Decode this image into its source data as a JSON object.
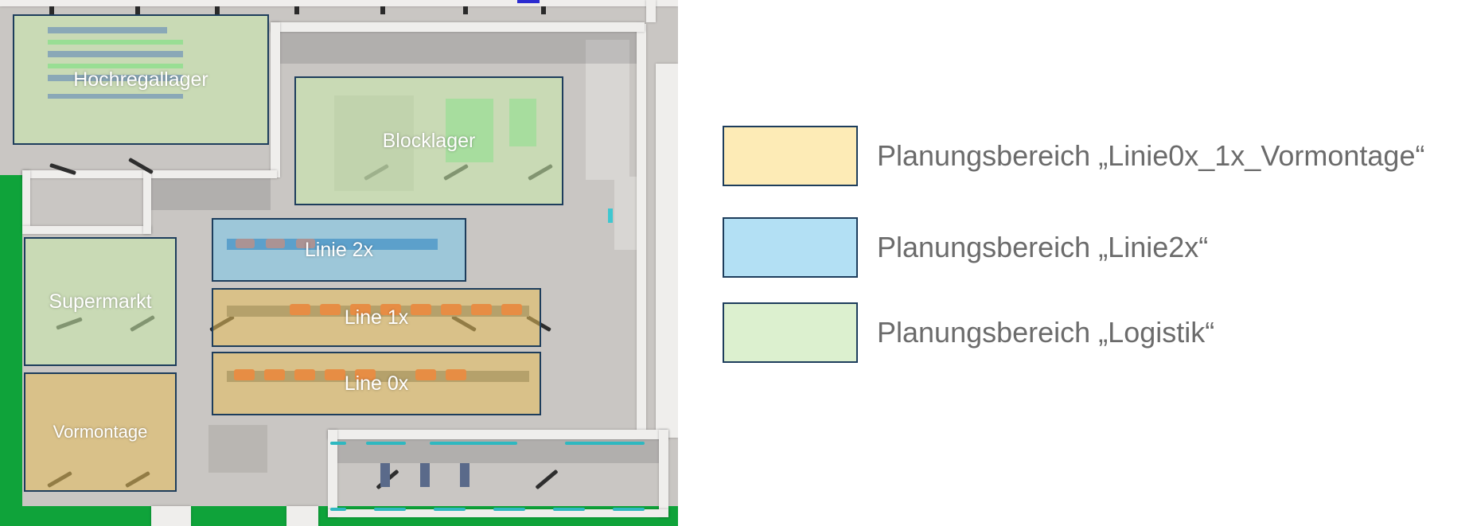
{
  "colors": {
    "vormontage": "#fdebb6",
    "linie2x": "#b3e0f4",
    "logistik": "#dcf0cf",
    "zone_border": "#1d3d5c"
  },
  "zones": {
    "hochregallager": "Hochregallager",
    "blocklager": "Blocklager",
    "linie_2x": "Linie 2x",
    "line_1x": "Line 1x",
    "line_0x": "Line 0x",
    "supermarkt": "Supermarkt",
    "vormontage": "Vormontage"
  },
  "legend": [
    {
      "label": "Planungsbereich „Linie0x_1x_Vormontage“"
    },
    {
      "label": "Planungsbereich „Linie2x“"
    },
    {
      "label": "Planungsbereich „Logistik“"
    }
  ]
}
